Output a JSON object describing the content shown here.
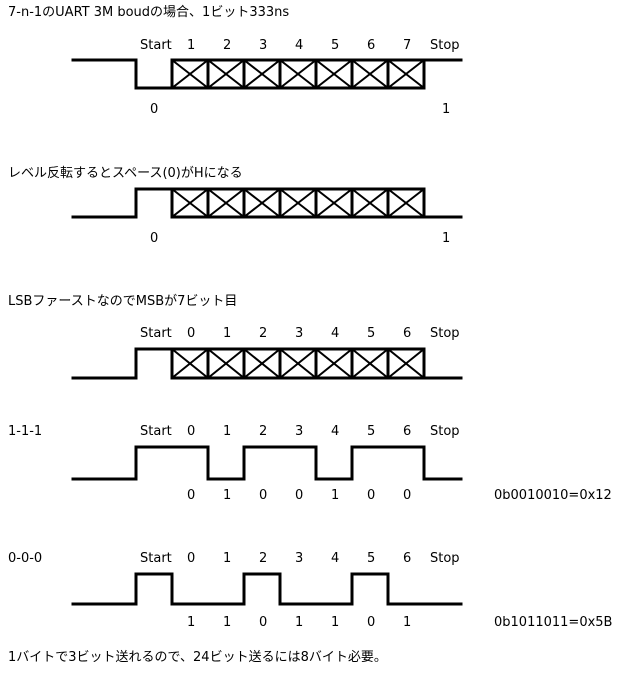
{
  "heading1": "7-n-1のUART 3M boudの場合、1ビット333ns",
  "heading2": "レベル反転するとスペース(0)がHになる",
  "heading3": "LSBファーストなのでMSBが7ビット目",
  "footer": "1バイトで3ビット送れるので、24ビット送るには8バイト必要。",
  "diagram1": {
    "bit_labels": [
      "Start",
      "1",
      "2",
      "3",
      "4",
      "5",
      "6",
      "7",
      "Stop"
    ],
    "below_left": "0",
    "below_right": "1"
  },
  "diagram2": {
    "below_left": "0",
    "below_right": "1"
  },
  "diagram3": {
    "bit_labels": [
      "Start",
      "0",
      "1",
      "2",
      "3",
      "4",
      "5",
      "6",
      "Stop"
    ]
  },
  "diagram4": {
    "side_label": "1-1-1",
    "bit_labels": [
      "Start",
      "0",
      "1",
      "2",
      "3",
      "4",
      "5",
      "6",
      "Stop"
    ],
    "bits": [
      "0",
      "1",
      "0",
      "0",
      "1",
      "0",
      "0"
    ],
    "result": "0b0010010=0x12"
  },
  "diagram5": {
    "side_label": "0-0-0",
    "bit_labels": [
      "Start",
      "0",
      "1",
      "2",
      "3",
      "4",
      "5",
      "6",
      "Stop"
    ],
    "bits": [
      "1",
      "1",
      "0",
      "1",
      "1",
      "0",
      "1"
    ],
    "result": "0b1011011=0x5B"
  }
}
